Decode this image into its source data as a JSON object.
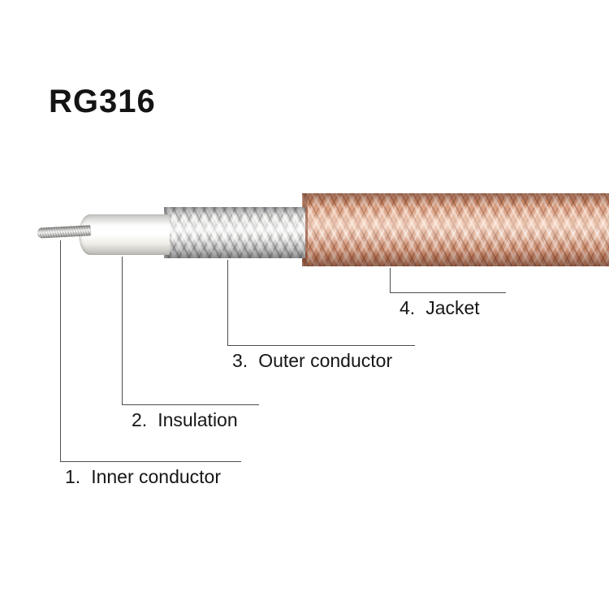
{
  "title": "RG316",
  "labels": {
    "inner_conductor": {
      "number": "1.",
      "text": "Inner conductor"
    },
    "insulation": {
      "number": "2.",
      "text": "Insulation"
    },
    "outer_conductor": {
      "number": "3.",
      "text": "Outer conductor"
    },
    "jacket": {
      "number": "4.",
      "text": "Jacket"
    }
  },
  "colors": {
    "jacket_copper": "#dba183",
    "outer_conductor_silver": "#d6d4d0",
    "insulation_white": "#f5f4f0",
    "inner_conductor_metal": "#c9c9c5",
    "leader_line": "#4d4d4d",
    "text": "#161616",
    "background": "#ffffff"
  }
}
